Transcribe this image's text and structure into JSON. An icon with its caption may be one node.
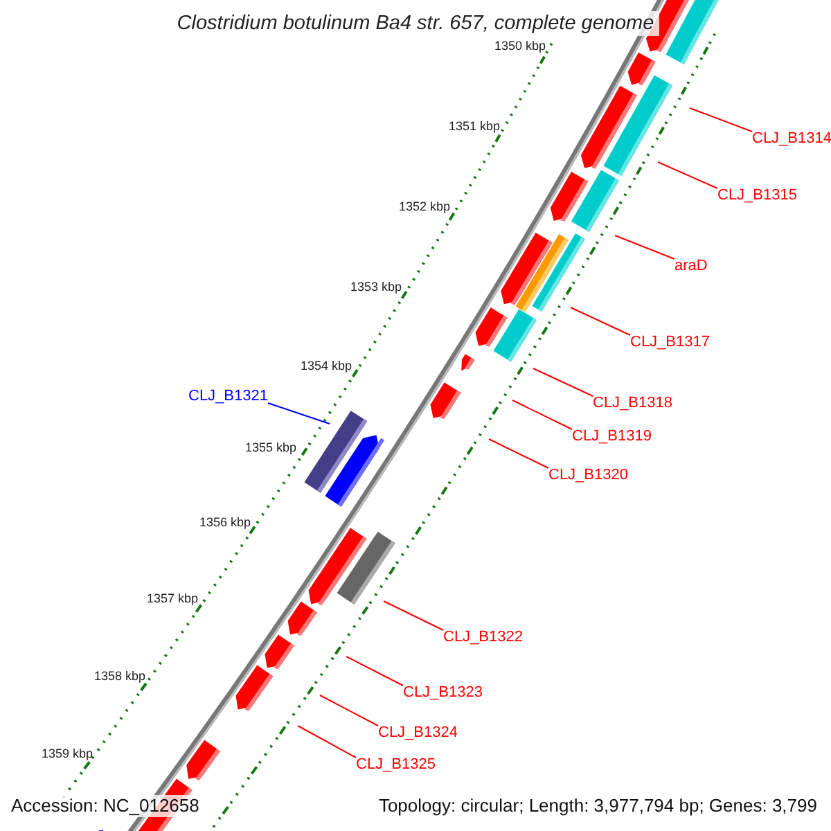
{
  "diagram": {
    "title": "Clostridium botulinum Ba4 str. 657, complete genome",
    "nodes": [
      {
        "text": [
          "CLJ_B1314"
        ]
      },
      {
        "text": [
          "CLJ_B1315"
        ]
      },
      {
        "text": [
          "araD"
        ]
      },
      {
        "text": [
          "CLJ_B1317"
        ]
      },
      {
        "text": [
          "CLJ_B1318"
        ]
      },
      {
        "text": [
          "CLJ_B1319"
        ]
      },
      {
        "text": [
          "CLJ_B1320"
        ]
      },
      {
        "text": [
          "CLJ_B1321"
        ]
      },
      {
        "text": [
          "CLJ_B1322"
        ]
      },
      {
        "text": [
          "CLJ_B1323"
        ]
      },
      {
        "text": [
          "CLJ_B1324"
        ]
      },
      {
        "text": [
          "CLJ_B1325"
        ]
      }
    ],
    "edges": [
      {
        "from": 0,
        "to": null,
        "arrow": "none"
      },
      {
        "from": 1,
        "to": null,
        "arrow": "none"
      },
      {
        "from": 2,
        "to": null,
        "arrow": "none"
      },
      {
        "from": 3,
        "to": null,
        "arrow": "none"
      },
      {
        "from": 4,
        "to": null,
        "arrow": "none"
      },
      {
        "from": 5,
        "to": null,
        "arrow": "none"
      },
      {
        "from": 6,
        "to": null,
        "arrow": "none"
      },
      {
        "from": 7,
        "to": null,
        "arrow": "none",
        "color": "#0000ff"
      },
      {
        "from": 8,
        "to": null,
        "arrow": "none"
      },
      {
        "from": 9,
        "to": null,
        "arrow": "none"
      },
      {
        "from": 10,
        "to": null,
        "arrow": "none"
      },
      {
        "from": 11,
        "to": null,
        "arrow": "none"
      }
    ],
    "labels": [
      "1350 kbp",
      "1351 kbp",
      "1352 kbp",
      "1353 kbp",
      "1354 kbp",
      "1355 kbp",
      "1356 kbp",
      "1357 kbp",
      "1358 kbp",
      "1359 kbp",
      "Accession: NC_012658",
      "Topology: circular; Length: 3,977,794 bp; Genes: 3,799"
    ]
  }
}
